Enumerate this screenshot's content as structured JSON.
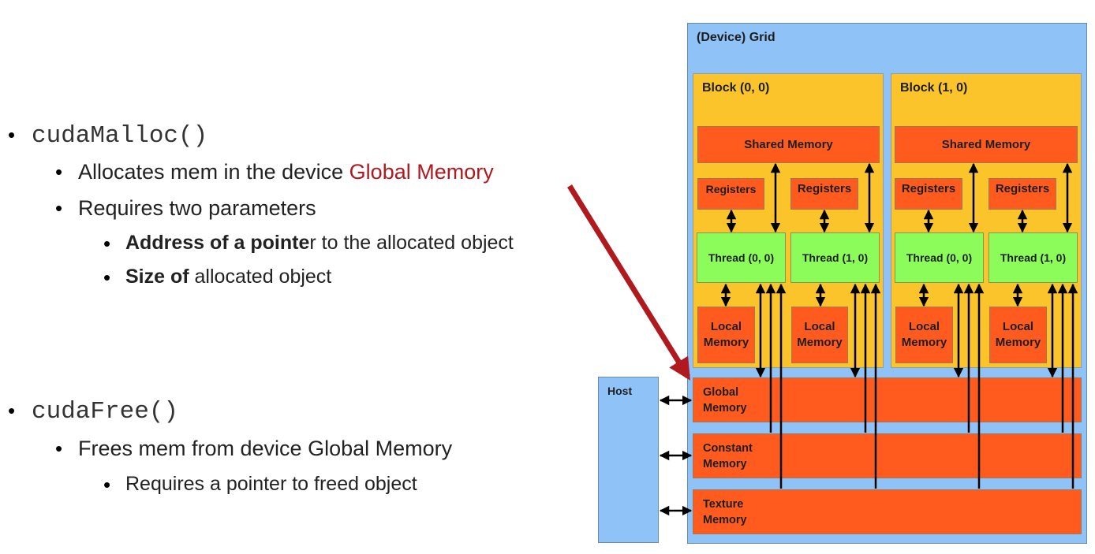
{
  "bullets": {
    "malloc": {
      "name": "cudaMalloc()",
      "desc_prefix": "Allocates mem in the device ",
      "desc_highlight": "Global Memory",
      "requires": "Requires two parameters",
      "param1_bold": "Address of a pointe",
      "param1_rest": "r to the allocated object",
      "param2_bold": "Size of",
      "param2_rest": " allocated object"
    },
    "free": {
      "name": "cudaFree()",
      "desc": "Frees mem from device Global Memory",
      "requires": "Requires a pointer to freed object"
    }
  },
  "diagram": {
    "grid_title": "(Device) Grid",
    "host_label": "Host",
    "blocks": [
      {
        "title": "Block (0, 0)",
        "shared": "Shared Memory",
        "registers": [
          "Registers",
          "Registers"
        ],
        "threads": [
          "Thread (0, 0)",
          "Thread (1, 0)"
        ],
        "local": [
          "Local Memory",
          "Local Memory"
        ]
      },
      {
        "title": "Block (1, 0)",
        "shared": "Shared Memory",
        "registers": [
          "Registers",
          "Registers"
        ],
        "threads": [
          "Thread (0, 0)",
          "Thread (1, 0)"
        ],
        "local": [
          "Local Memory",
          "Local Memory"
        ]
      }
    ],
    "global_memory": "Global Memory",
    "constant_memory": "Constant Memory",
    "texture_memory": "Texture Memory"
  },
  "colors": {
    "highlight_red": "#b0191e",
    "grid_blue": "#8fc3f8",
    "block_yellow": "#fbc42a",
    "memory_orange": "#ff5b1e",
    "thread_green": "#8cfc5a"
  }
}
